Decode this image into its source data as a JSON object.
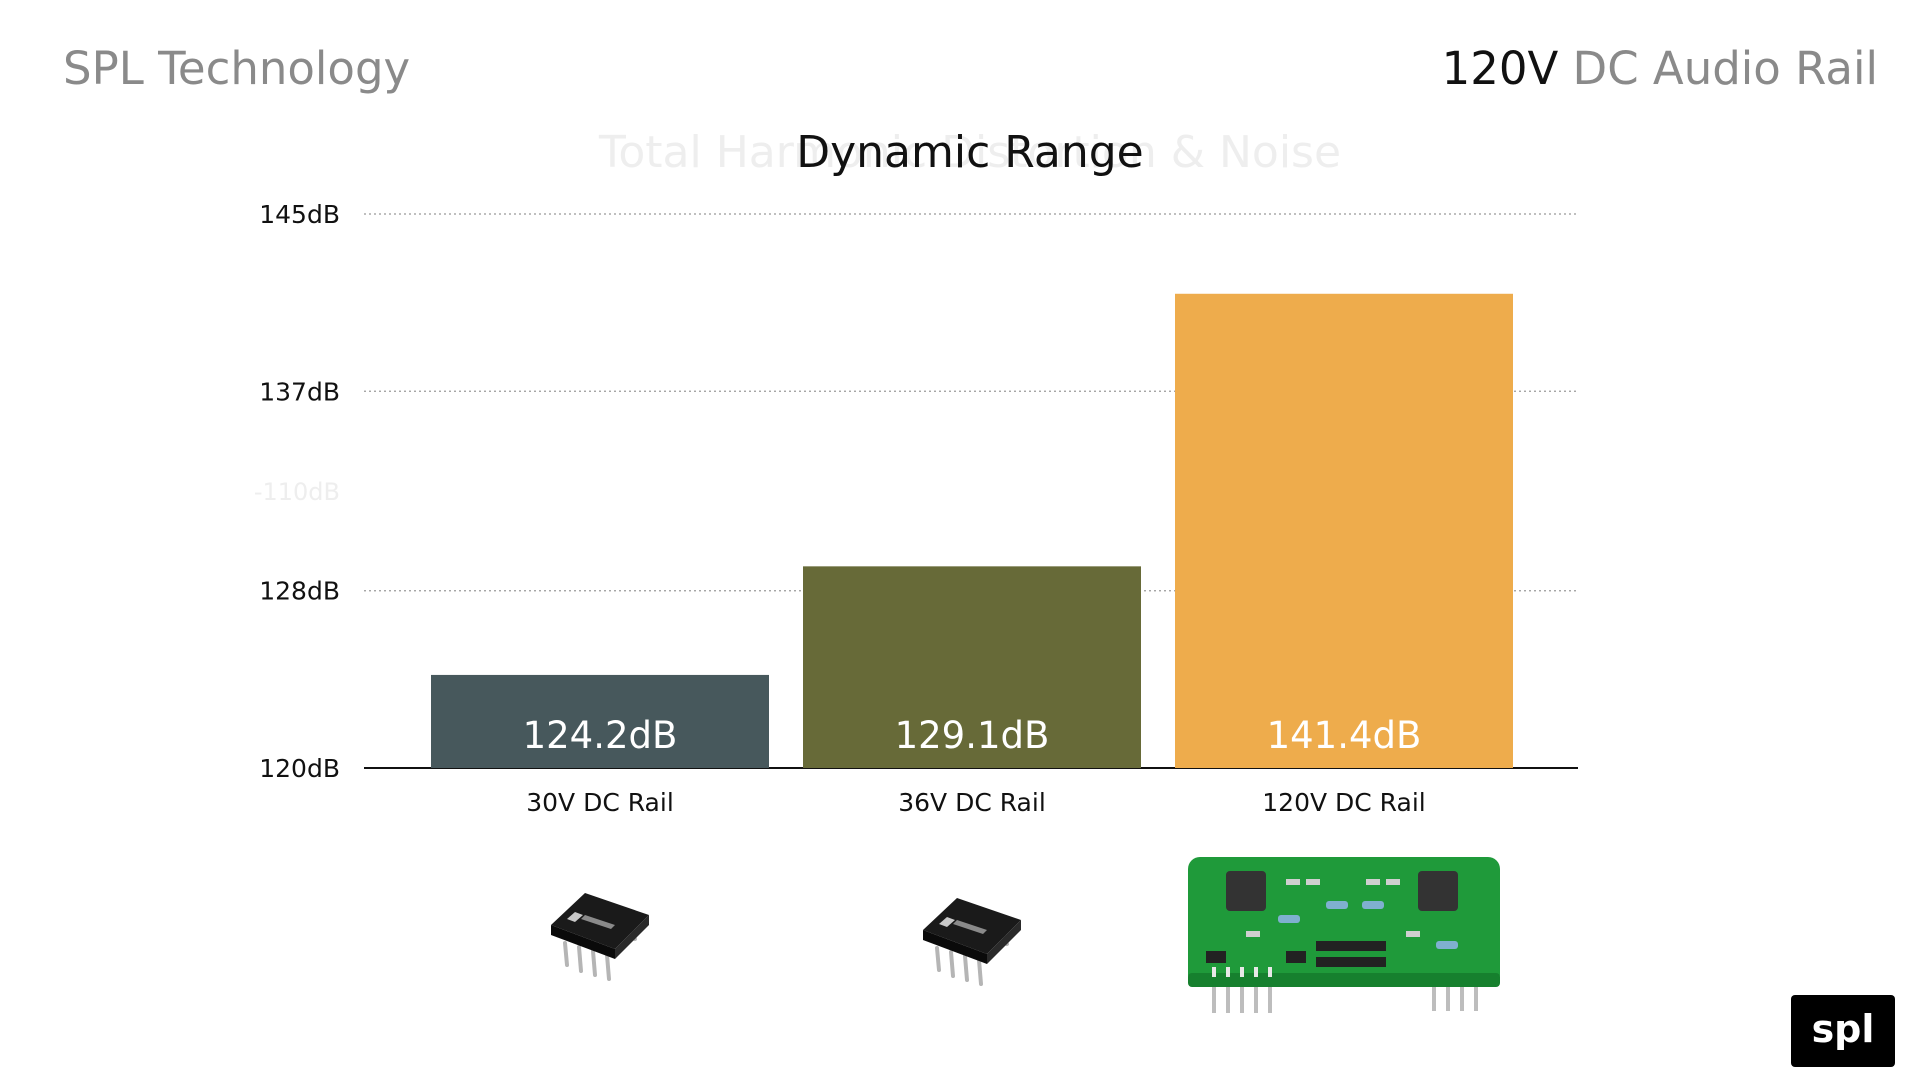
{
  "header": {
    "brand": "SPL Technology",
    "rail_title_highlight": "120V",
    "rail_title_rest": " DC Audio Rail"
  },
  "colors": {
    "bar_30v": "#47585c",
    "bar_36v": "#676a38",
    "bar_120v": "#eeac4c",
    "grid": "#999999",
    "axis": "#111111"
  },
  "icons": {
    "bar_30v": "ic-chip-icon",
    "bar_36v": "ic-chip-icon",
    "bar_120v": "circuit-board-icon",
    "logo": "spl-logo"
  },
  "chart_data": {
    "type": "bar",
    "title": "Dynamic Range",
    "faded_title": "Total Harmonic Distortion & Noise",
    "faded_tick": "-110dB",
    "categories": [
      "30V DC Rail",
      "36V DC Rail",
      "120V DC Rail"
    ],
    "values": [
      124.2,
      129.1,
      141.4
    ],
    "value_labels": [
      "124.2dB",
      "129.1dB",
      "141.4dB"
    ],
    "ylim": [
      120,
      145
    ],
    "yticks": [
      120,
      128,
      137,
      145
    ],
    "ytick_labels": [
      "120dB",
      "128dB",
      "137dB",
      "145dB"
    ],
    "grid": true,
    "legend": "none"
  },
  "logo_text": "spl"
}
